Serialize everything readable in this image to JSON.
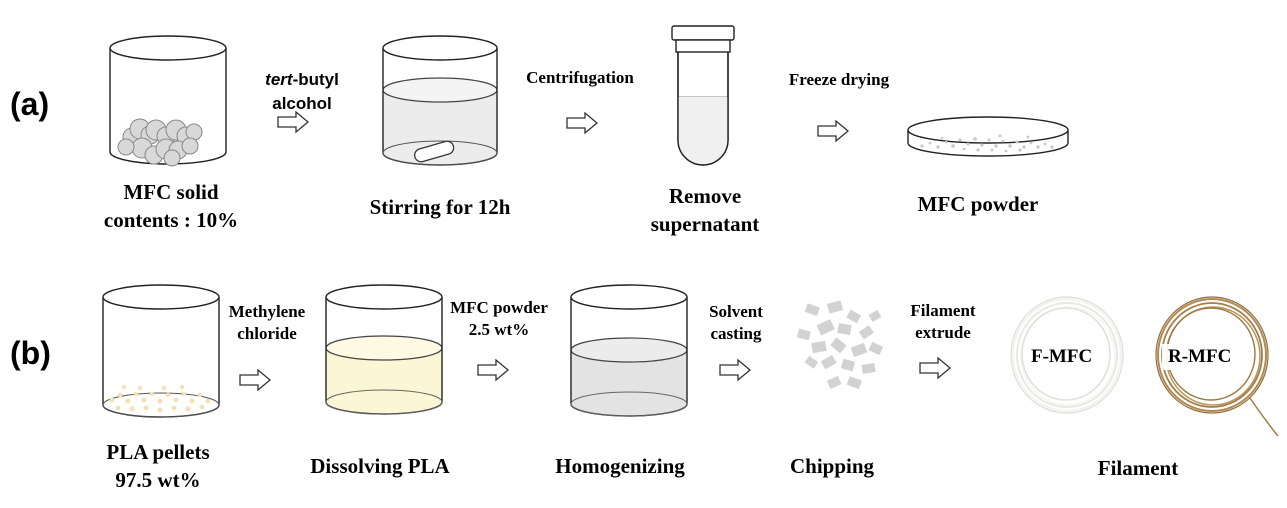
{
  "panels": {
    "a": {
      "label": "(a)",
      "steps": [
        {
          "caption": [
            "MFC solid",
            "contents : 10%"
          ]
        },
        {
          "caption": [
            "Stirring for 12h"
          ]
        },
        {
          "caption": [
            "Remove",
            "supernatant"
          ]
        },
        {
          "caption": [
            "MFC powder"
          ]
        }
      ],
      "processes": [
        {
          "italic": "tert",
          "rest": "-butyl",
          "line2": "alcohol"
        },
        {
          "text": "Centrifugation"
        },
        {
          "text": "Freeze drying"
        }
      ]
    },
    "b": {
      "label": "(b)",
      "steps": [
        {
          "caption": [
            "PLA pellets",
            "97.5 wt%"
          ]
        },
        {
          "caption": [
            "Dissolving PLA"
          ]
        },
        {
          "caption": [
            "Homogenizing"
          ]
        },
        {
          "caption": [
            "Chipping"
          ]
        },
        {
          "caption": [
            "Filament"
          ]
        }
      ],
      "processes": [
        {
          "lines": [
            "Methylene",
            "chloride"
          ]
        },
        {
          "lines": [
            "MFC powder",
            "2.5 wt%"
          ]
        },
        {
          "lines": [
            "Solvent",
            "casting"
          ]
        },
        {
          "lines": [
            "Filament",
            "extrude"
          ]
        }
      ],
      "photos": [
        {
          "label": "F-MFC"
        },
        {
          "label": "R-MFC"
        }
      ]
    }
  },
  "colors": {
    "pla_solution": "#fbf6d5",
    "mfc_solution": "#e3e3e3",
    "water": "#ececec",
    "pellet": "#f6dfb4",
    "chip": "#d2d2d2"
  }
}
